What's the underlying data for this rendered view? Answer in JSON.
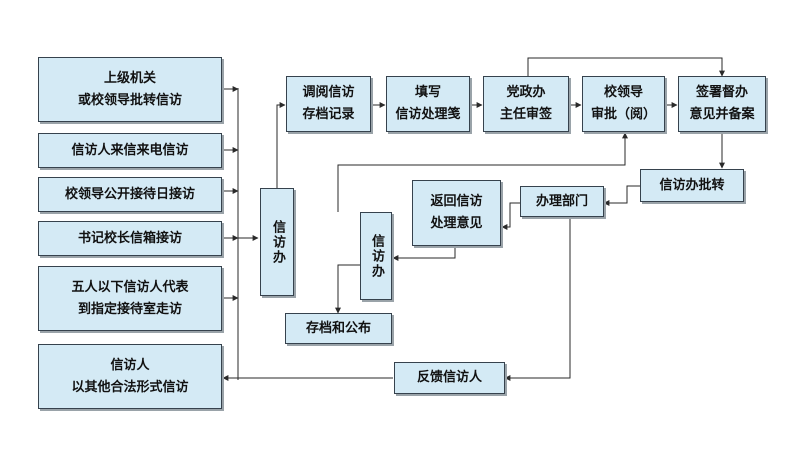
{
  "colors": {
    "box_fill": "#d4eaf5",
    "box_border": "#36424d",
    "line": "#2a2a2a",
    "shadow": "#9aa3a9"
  },
  "nodes": {
    "superior": {
      "text": "上级机关\n或校领导批转信访"
    },
    "letters_calls": {
      "text": "信访人来信来电信访"
    },
    "leader_reception": {
      "text": "校领导公开接待日接访"
    },
    "mailbox": {
      "text": "书记校长信箱接访"
    },
    "group_visit": {
      "text": "五人以下信访人代表\n到指定接待室走访"
    },
    "other_forms": {
      "text": "信访人\n以其他合法形式信访"
    },
    "office_main": {
      "text": "信访办"
    },
    "review_records": {
      "text": "调阅信访\n存档记录"
    },
    "fill_form": {
      "text": "填写\n信访处理笺"
    },
    "party_office": {
      "text": "党政办\n主任审签"
    },
    "leader_approve": {
      "text": "校领导\n审批（阅）"
    },
    "sign_supervise": {
      "text": "签署督办\n意见并备案"
    },
    "office_forward": {
      "text": "信访办批转"
    },
    "handling_dept": {
      "text": "办理部门"
    },
    "return_opinion": {
      "text": "返回信访\n处理意见"
    },
    "office_second": {
      "text": "信访办"
    },
    "archive_publish": {
      "text": "存档和公布"
    },
    "feedback": {
      "text": "反馈信访人"
    }
  }
}
